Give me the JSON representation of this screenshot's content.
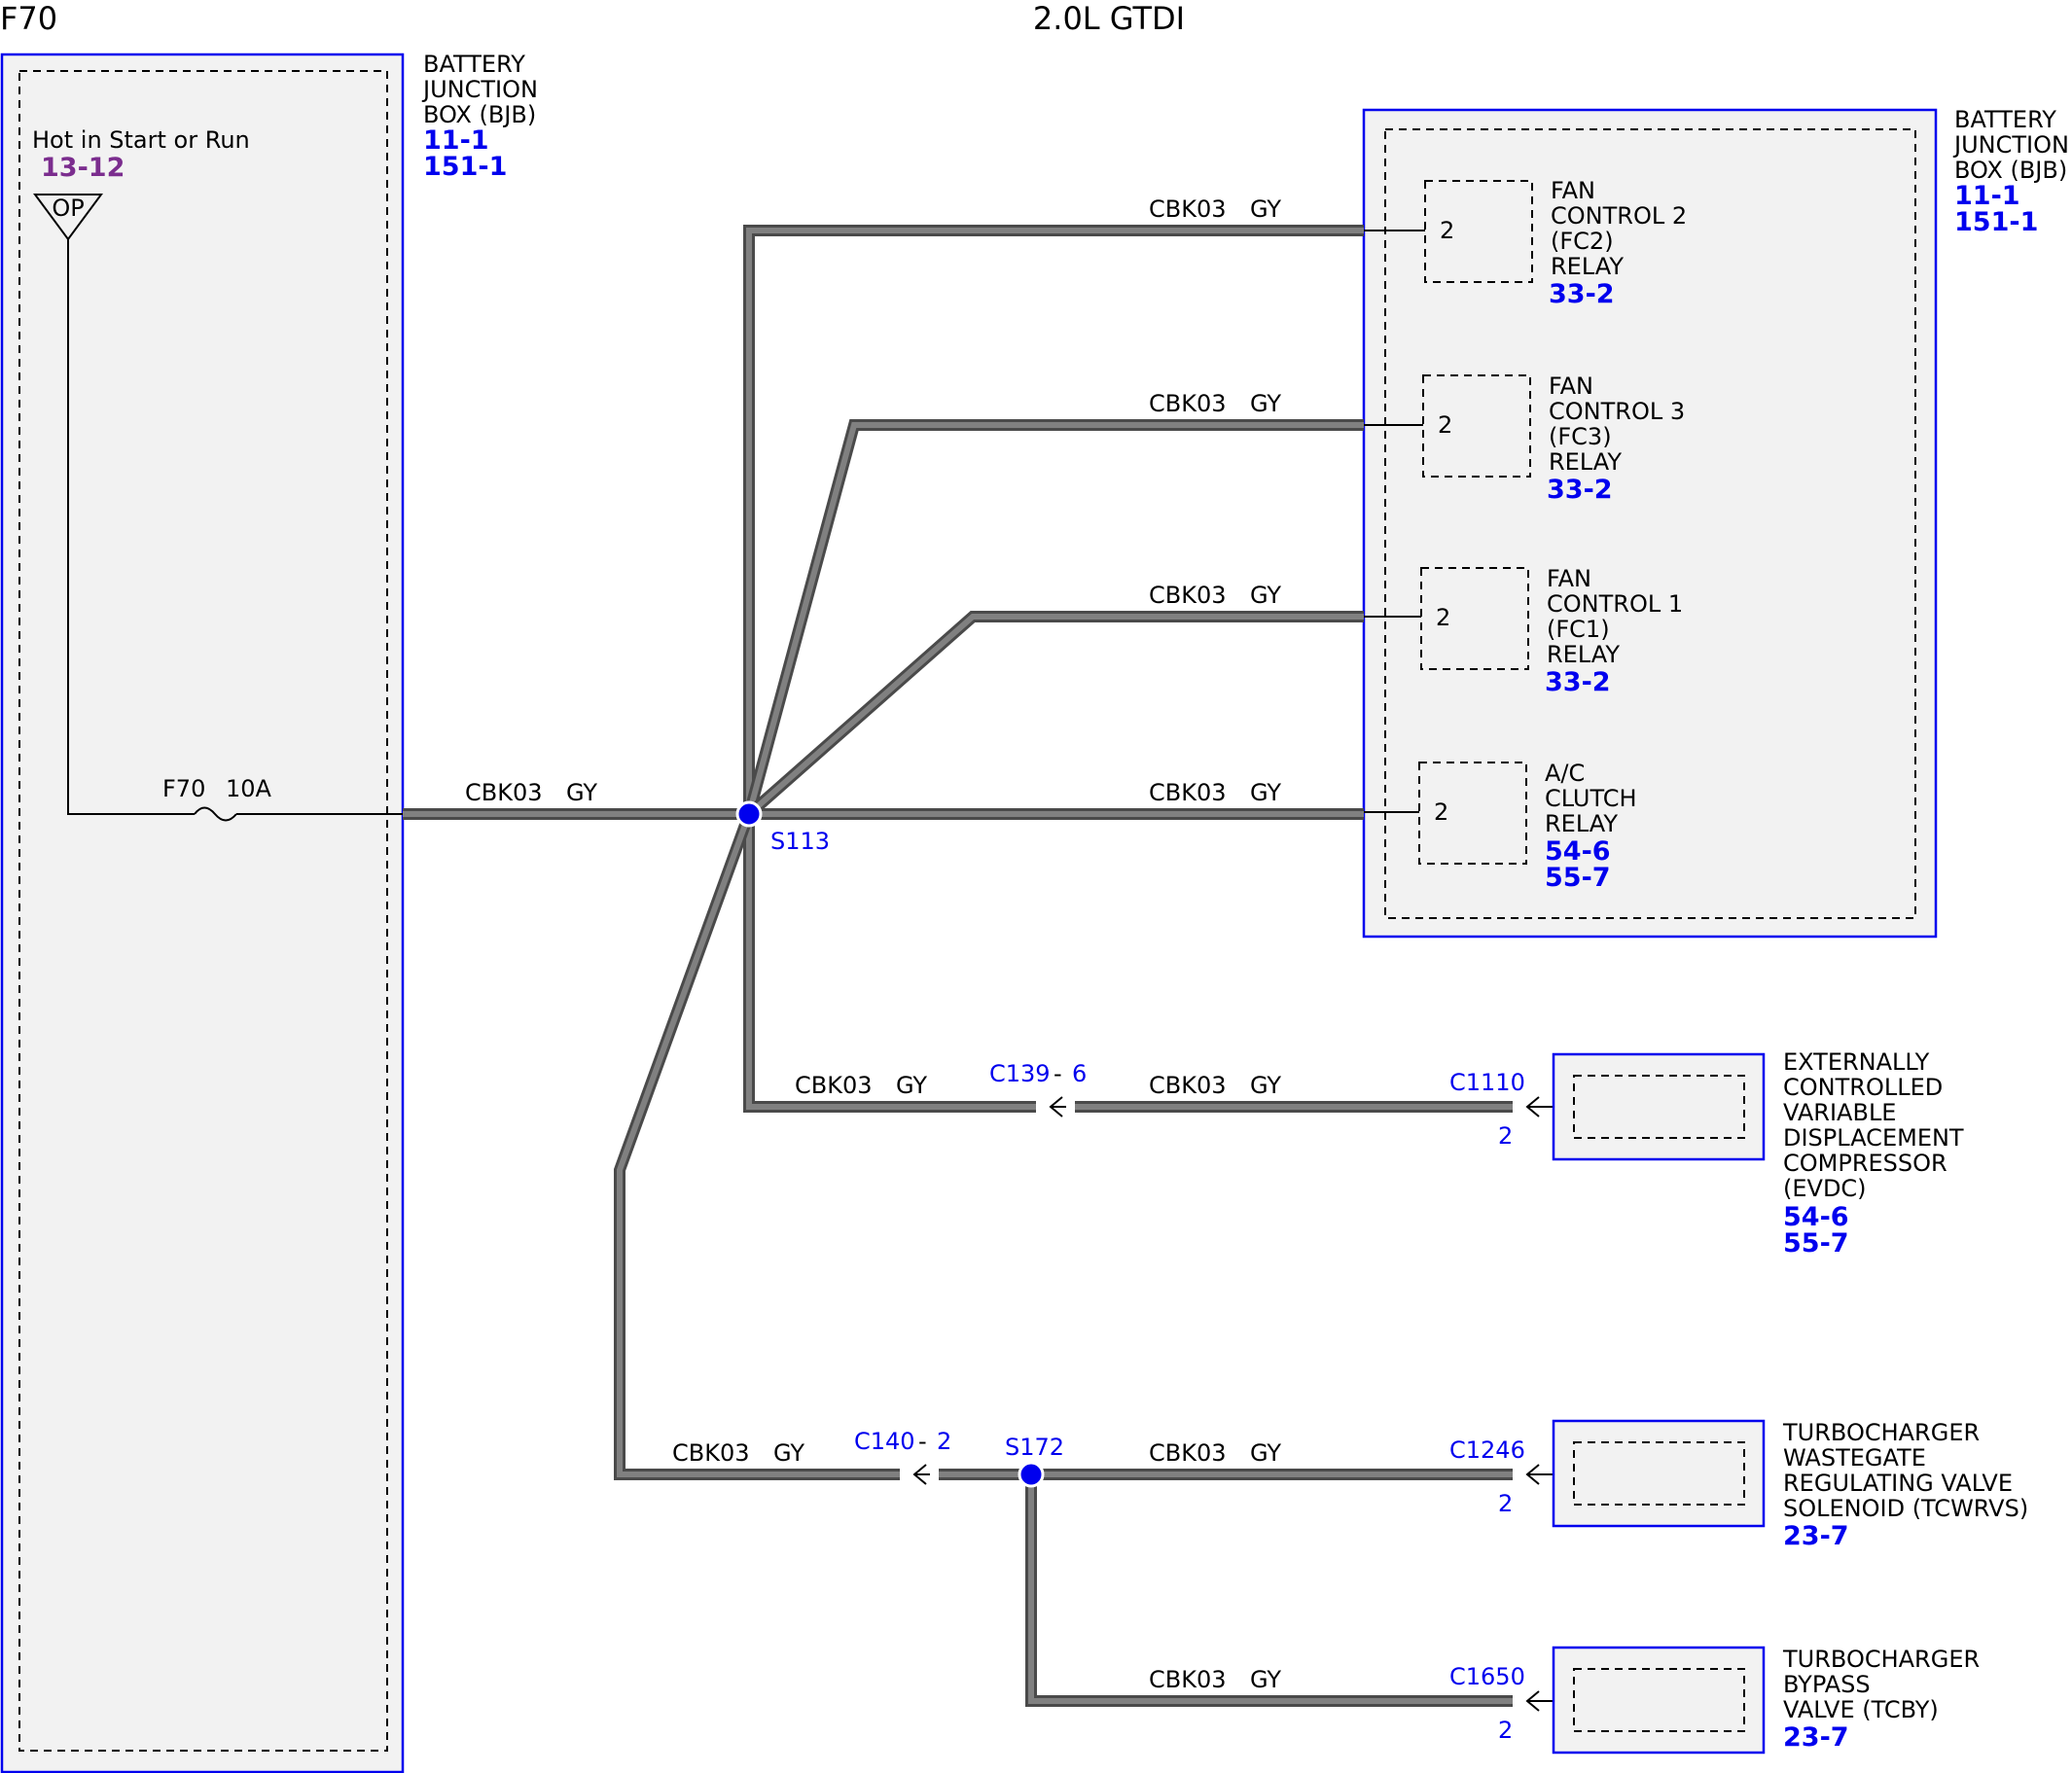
{
  "header": {
    "left_title": "F70",
    "center_title": "2.0L GTDI"
  },
  "bjb_left": {
    "lines": [
      "BATTERY",
      "JUNCTION",
      "BOX (BJB)"
    ],
    "refs": [
      "11-1",
      "151-1"
    ],
    "feed_label": "Hot in Start or Run",
    "feed_ref": "13-12",
    "op_symbol": "OP",
    "fuse_id": "F70",
    "fuse_rating": "10A"
  },
  "bjb_right": {
    "lines": [
      "BATTERY",
      "JUNCTION",
      "BOX (BJB)"
    ],
    "refs": [
      "11-1",
      "151-1"
    ]
  },
  "wire": {
    "circuit": "CBK03",
    "color": "GY"
  },
  "splices": {
    "main": "S113",
    "secondary": "S172"
  },
  "relays": [
    {
      "pin": "2",
      "lines": [
        "FAN",
        "CONTROL 2",
        "(FC2)",
        "RELAY"
      ],
      "refs": [
        "33-2"
      ]
    },
    {
      "pin": "2",
      "lines": [
        "FAN",
        "CONTROL 3",
        "(FC3)",
        "RELAY"
      ],
      "refs": [
        "33-2"
      ]
    },
    {
      "pin": "2",
      "lines": [
        "FAN",
        "CONTROL 1",
        "(FC1)",
        "RELAY"
      ],
      "refs": [
        "33-2"
      ]
    },
    {
      "pin": "2",
      "lines": [
        "A/C",
        "CLUTCH",
        "RELAY"
      ],
      "refs": [
        "54-6",
        "55-7"
      ]
    }
  ],
  "inline_connectors": [
    {
      "id": "C139",
      "sep": "-",
      "pin": "6"
    },
    {
      "id": "C140",
      "sep": "-",
      "pin": "2"
    }
  ],
  "components": [
    {
      "connector": "C1110",
      "pin": "2",
      "lines": [
        "EXTERNALLY",
        "CONTROLLED",
        "VARIABLE",
        "DISPLACEMENT",
        "COMPRESSOR",
        "(EVDC)"
      ],
      "refs": [
        "54-6",
        "55-7"
      ]
    },
    {
      "connector": "C1246",
      "pin": "2",
      "lines": [
        "TURBOCHARGER",
        "WASTEGATE",
        "REGULATING VALVE",
        "SOLENOID (TCWRVS)"
      ],
      "refs": [
        "23-7"
      ]
    },
    {
      "connector": "C1650",
      "pin": "2",
      "lines": [
        "TURBOCHARGER",
        "BYPASS",
        "VALVE (TCBY)"
      ],
      "refs": [
        "23-7"
      ]
    }
  ]
}
